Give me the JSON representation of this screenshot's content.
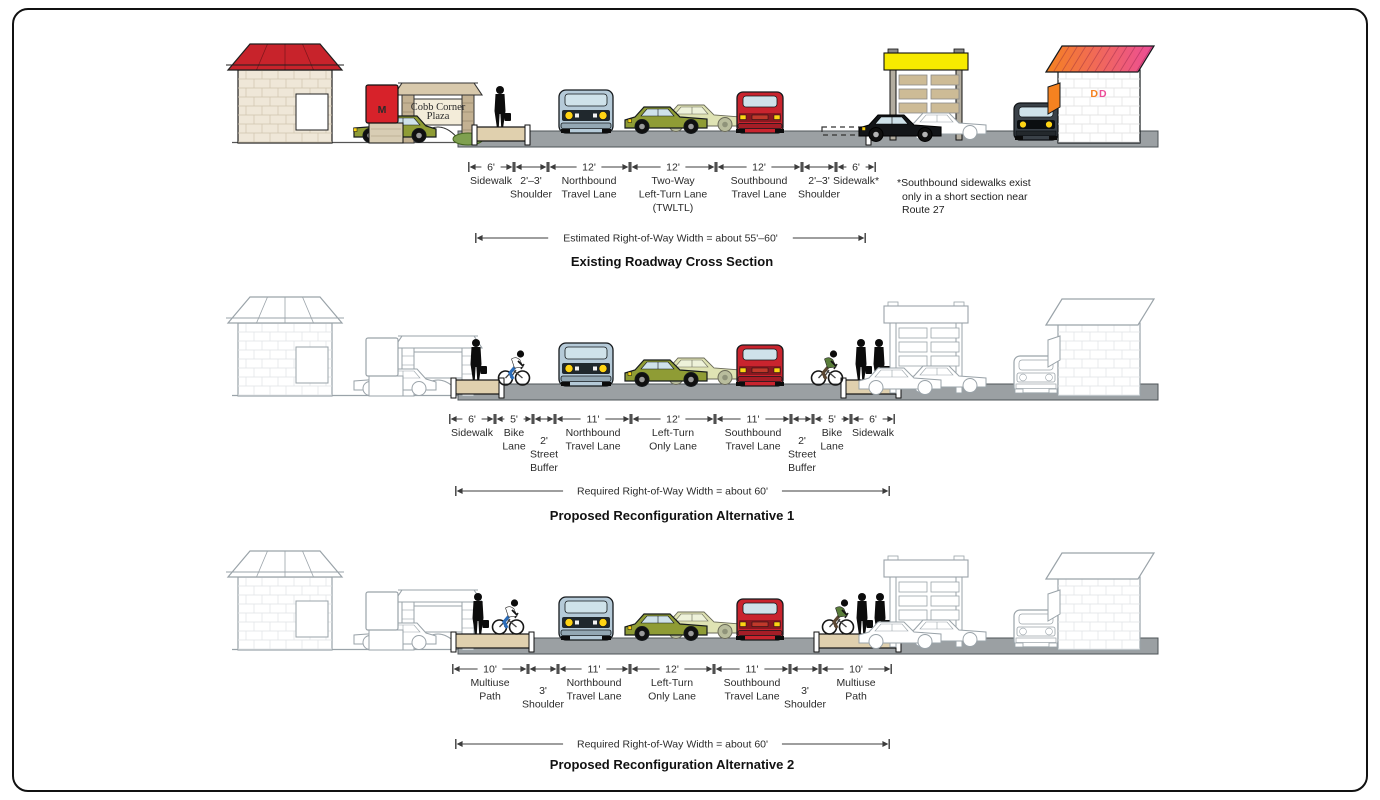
{
  "figure": {
    "sections": [
      {
        "id": "existing",
        "title": "Existing Roadway Cross Section",
        "row_label": "Estimated Right-of-Way Width = about 55'–60'",
        "note": [
          "*Southbound sidewalks exist",
          "only in a short section near",
          "Route 27"
        ],
        "dims": [
          {
            "number": "6'",
            "lines": [
              "Sidewalk"
            ]
          },
          {
            "number": "2'–3'",
            "lines": [
              "Shoulder"
            ]
          },
          {
            "number": "12'",
            "lines": [
              "Northbound",
              "Travel Lane"
            ]
          },
          {
            "number": "12'",
            "lines": [
              "Two-Way",
              "Left-Turn Lane",
              "(TWLTL)"
            ]
          },
          {
            "number": "12'",
            "lines": [
              "Southbound",
              "Travel Lane"
            ]
          },
          {
            "number": "2'–3'",
            "lines": [
              "Shoulder"
            ]
          },
          {
            "number": "6'",
            "lines": [
              "Sidewalk*"
            ]
          }
        ]
      },
      {
        "id": "alternative-1",
        "title": "Proposed Reconfiguration Alternative 1",
        "row_label": "Required Right-of-Way Width = about 60'",
        "dims": [
          {
            "number": "6'",
            "lines": [
              "Sidewalk"
            ]
          },
          {
            "number": "5'",
            "lines": [
              "Bike",
              "Lane"
            ]
          },
          {
            "number": "2'",
            "lines": [
              "Street",
              "Buffer"
            ]
          },
          {
            "number": "11'",
            "lines": [
              "Northbound",
              "Travel Lane"
            ]
          },
          {
            "number": "12'",
            "lines": [
              "Left-Turn",
              "Only Lane"
            ]
          },
          {
            "number": "11'",
            "lines": [
              "Southbound",
              "Travel Lane"
            ]
          },
          {
            "number": "2'",
            "lines": [
              "Street",
              "Buffer"
            ]
          },
          {
            "number": "5'",
            "lines": [
              "Bike",
              "Lane"
            ]
          },
          {
            "number": "6'",
            "lines": [
              "Sidewalk"
            ]
          }
        ]
      },
      {
        "id": "alternative-2",
        "title": "Proposed Reconfiguration Alternative 2",
        "row_label": "Required Right-of-Way Width = about 60'",
        "dims": [
          {
            "number": "10'",
            "lines": [
              "Multiuse",
              "Path"
            ]
          },
          {
            "number": "3'",
            "lines": [
              "Shoulder"
            ]
          },
          {
            "number": "11'",
            "lines": [
              "Northbound",
              "Travel Lane"
            ]
          },
          {
            "number": "12'",
            "lines": [
              "Left-Turn",
              "Only Lane"
            ]
          },
          {
            "number": "11'",
            "lines": [
              "Southbound",
              "Travel Lane"
            ]
          },
          {
            "number": "3'",
            "lines": [
              "Shoulder"
            ]
          },
          {
            "number": "10'",
            "lines": [
              "Multiuse",
              "Path"
            ]
          }
        ]
      }
    ],
    "scene_labels": {
      "plaza_sign": [
        "Cobb Corner",
        "Plaza"
      ],
      "mcdonalds": "M",
      "dunkin": "DD"
    },
    "colors": {
      "road": "#9ba0a3",
      "sidewalk_tan": "#e0d0ae",
      "roof_red": "#c8232b",
      "wall_cream": "#efe7d8",
      "mc_red": "#d7222a",
      "mc_yellow": "#fdb913",
      "stone": "#c3b192",
      "car_blue": "#b5cad8",
      "car_olive": "#8f9c35",
      "car_pale": "#dfe3b4",
      "car_red": "#c9242e",
      "car_black": "#131518",
      "suv_gray": "#3a4148",
      "headlight": "#ffd414",
      "glass": "#cfe2ea",
      "garage_yellow": "#f7ea00",
      "slat_tan": "#cdbb96",
      "dd_orange": "#f58220",
      "dd_pink": "#ec4d98",
      "outline": "#9aa3a9",
      "bush_green": "#7fa04f",
      "bike_blue": "#2b6cb8",
      "shirt_green": "#5a7d3a",
      "pants_brown": "#5a4632",
      "arrow": "#3c3c3c"
    }
  }
}
